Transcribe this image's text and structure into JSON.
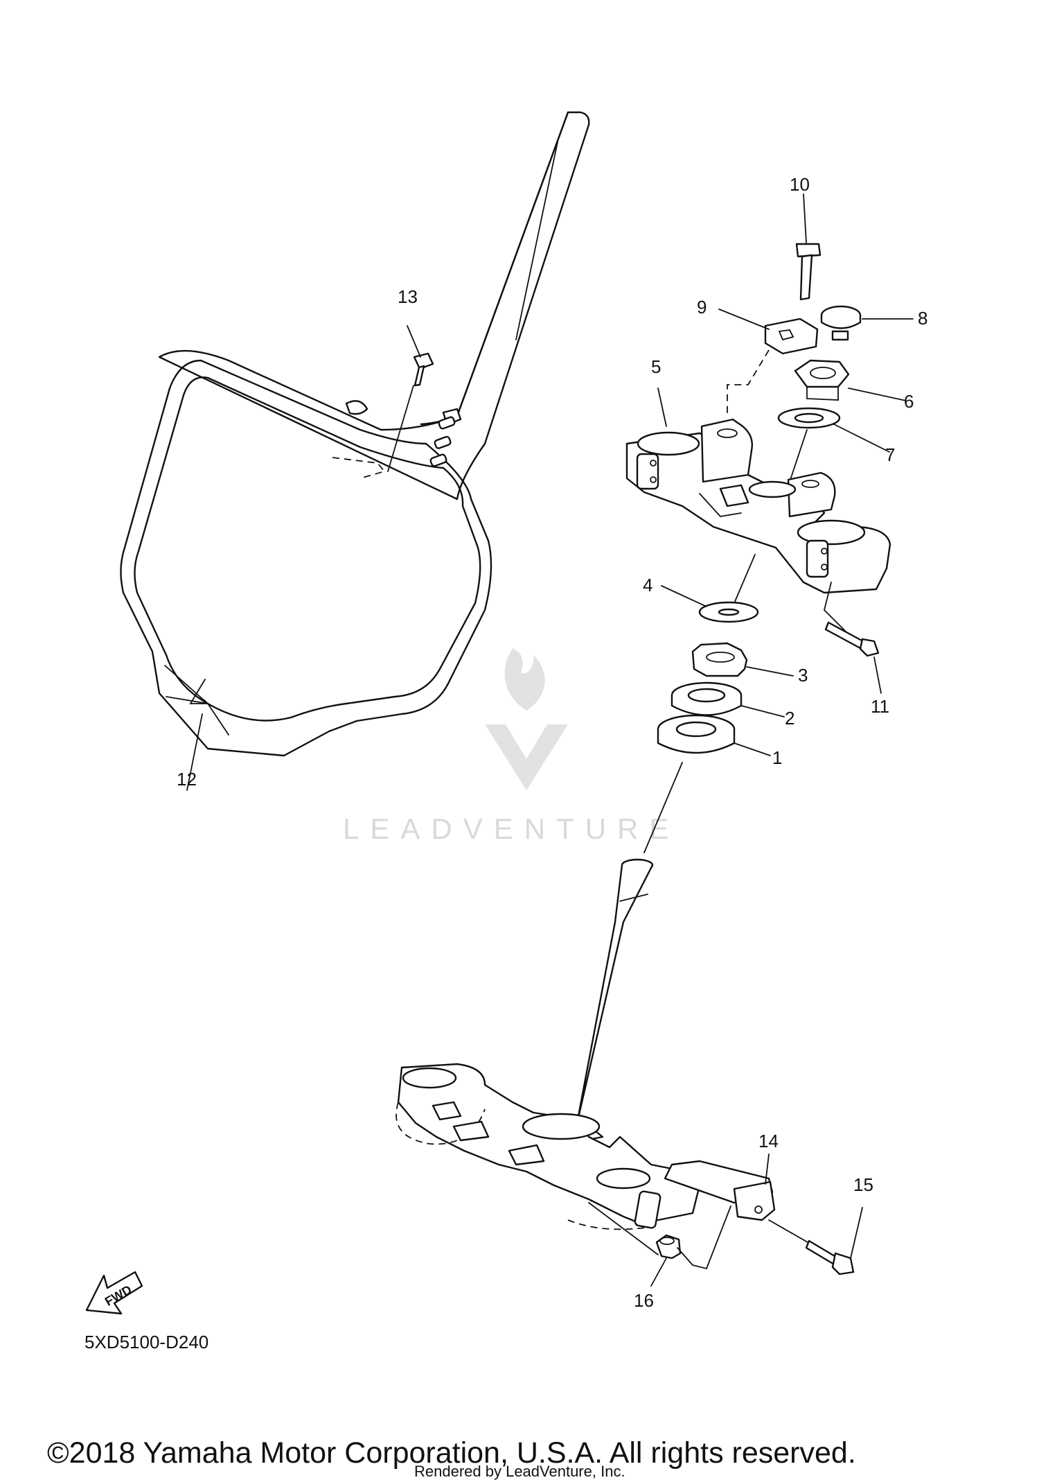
{
  "diagram_code": "5XD5100-D240",
  "fwd_label": "FWD",
  "copyright": "©2018 Yamaha Motor Corporation, U.S.A. All rights reserved.",
  "rendered_by": "Rendered by LeadVenture, Inc.",
  "watermark": "LEADVENTURE",
  "callouts": {
    "p1": "1",
    "p2": "2",
    "p3": "3",
    "p4": "4",
    "p5": "5",
    "p6": "6",
    "p7": "7",
    "p8": "8",
    "p9": "9",
    "p10": "10",
    "p11": "11",
    "p12": "12",
    "p13": "13",
    "p14": "14",
    "p15": "15",
    "p16": "16"
  },
  "colors": {
    "line": "#111111",
    "watermark": "#d9d9d9"
  }
}
